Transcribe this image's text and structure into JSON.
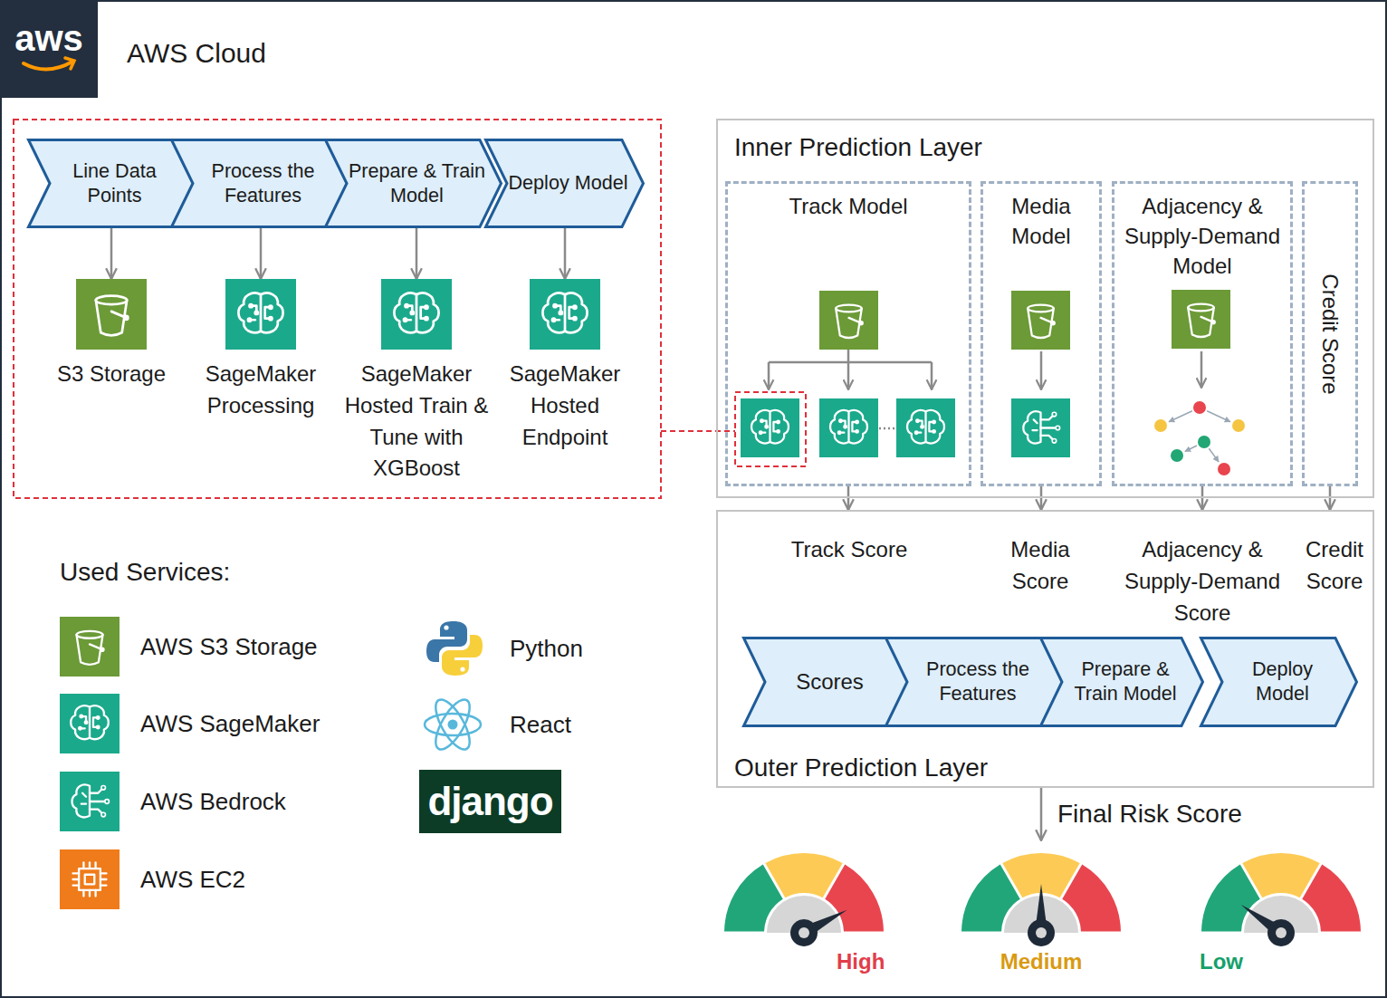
{
  "diagram": {
    "nodes": [
      {
        "text": [
          "AWS Cloud"
        ]
      },
      {
        "text": [
          "Line Data Points"
        ],
        "in": 0
      },
      {
        "text": [
          "Process the Features"
        ],
        "in": 0
      },
      {
        "text": [
          "Prepare & Train Model"
        ],
        "in": 0
      },
      {
        "text": [
          "Deploy Model"
        ],
        "in": 0
      },
      {
        "text": [
          "S3 Storage"
        ],
        "in": 0
      },
      {
        "text": [
          "SageMaker Processing"
        ],
        "in": 0
      },
      {
        "text": [
          "SageMaker Hosted Train & Tune with XGBoost"
        ],
        "in": 0
      },
      {
        "text": [
          "SageMaker Hosted Endpoint"
        ],
        "in": 0
      },
      {
        "text": [
          "Inner Prediction Layer"
        ],
        "in": 0
      },
      {
        "text": [
          "Track Model"
        ],
        "in": 9
      },
      {
        "text": [
          "Media Model"
        ],
        "in": 9
      },
      {
        "text": [
          "Adjacency & Supply-Demand Model"
        ],
        "in": 9
      },
      {
        "text": [
          "Credit Score"
        ],
        "in": 9
      },
      {
        "text": [
          "Outer Prediction Layer"
        ],
        "in": 0
      },
      {
        "text": [
          "Scores"
        ],
        "in": 14
      },
      {
        "text": [
          "Process the Features"
        ],
        "in": 14
      },
      {
        "text": [
          "Prepare & Train Model"
        ],
        "in": 14
      },
      {
        "text": [
          "Deploy Model"
        ],
        "in": 14
      },
      {
        "text": [
          "High"
        ],
        "in": 0
      },
      {
        "text": [
          "Medium"
        ],
        "in": 0
      },
      {
        "text": [
          "Low"
        ],
        "in": 0
      }
    ],
    "edges": [
      {
        "from": 1,
        "to": 5,
        "arrow": "to"
      },
      {
        "from": 2,
        "to": 6,
        "arrow": "to"
      },
      {
        "from": 3,
        "to": 7,
        "arrow": "to"
      },
      {
        "from": 4,
        "to": 8,
        "arrow": "to"
      },
      {
        "from": 10,
        "to": 14,
        "arrow": "to"
      },
      {
        "from": 11,
        "to": 14,
        "arrow": "to"
      },
      {
        "from": 12,
        "to": 14,
        "arrow": "to"
      },
      {
        "from": 13,
        "to": 14,
        "arrow": "to"
      },
      {
        "from": 14,
        "to": 20,
        "label": "Final Risk Score",
        "arrow": "to"
      }
    ],
    "labels": [
      "aws",
      "Track Score",
      "Media Score",
      "Adjacency & Supply-Demand Score",
      "Credit Score",
      "Used Services:"
    ],
    "legend": [
      {
        "text": "AWS S3 Storage",
        "color": "#6b9a37"
      },
      {
        "text": "AWS SageMaker",
        "color": "#1ba98c"
      },
      {
        "text": "AWS Bedrock",
        "color": "#1ba98c"
      },
      {
        "text": "AWS EC2",
        "color": "#ef7b1a"
      },
      {
        "text": "Python"
      },
      {
        "text": "React"
      },
      {
        "text": "django",
        "color": "#0c3c26"
      }
    ]
  }
}
